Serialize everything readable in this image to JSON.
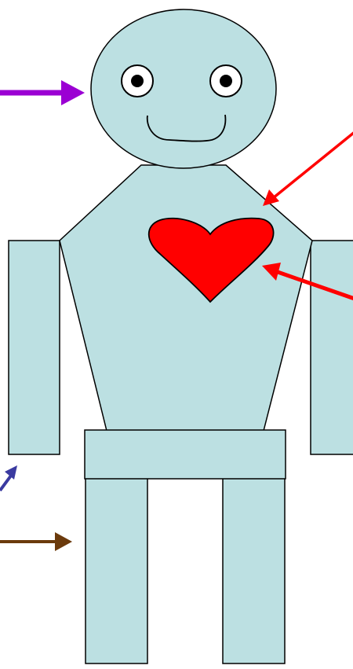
{
  "figure": {
    "colors": {
      "body_fill": "#bce0e2",
      "outline": "#000000",
      "heart_fill": "#ff0000",
      "eye_white": "#ffffff",
      "pupil": "#000000",
      "arrow_purple": "#9b00d3",
      "arrow_red": "#ff0000",
      "arrow_navy": "#3a3aa0",
      "arrow_brown": "#6b3a0c",
      "background": "#ffffff"
    },
    "parts": [
      "head",
      "eyes",
      "mouth",
      "torso",
      "heart",
      "arms",
      "hips",
      "legs"
    ],
    "arrows": [
      {
        "name": "arrow-to-head",
        "color_key": "arrow_purple"
      },
      {
        "name": "arrow-to-torso",
        "color_key": "arrow_red"
      },
      {
        "name": "arrow-to-heart",
        "color_key": "arrow_red"
      },
      {
        "name": "arrow-to-arm",
        "color_key": "arrow_navy"
      },
      {
        "name": "arrow-to-leg",
        "color_key": "arrow_brown"
      }
    ]
  }
}
